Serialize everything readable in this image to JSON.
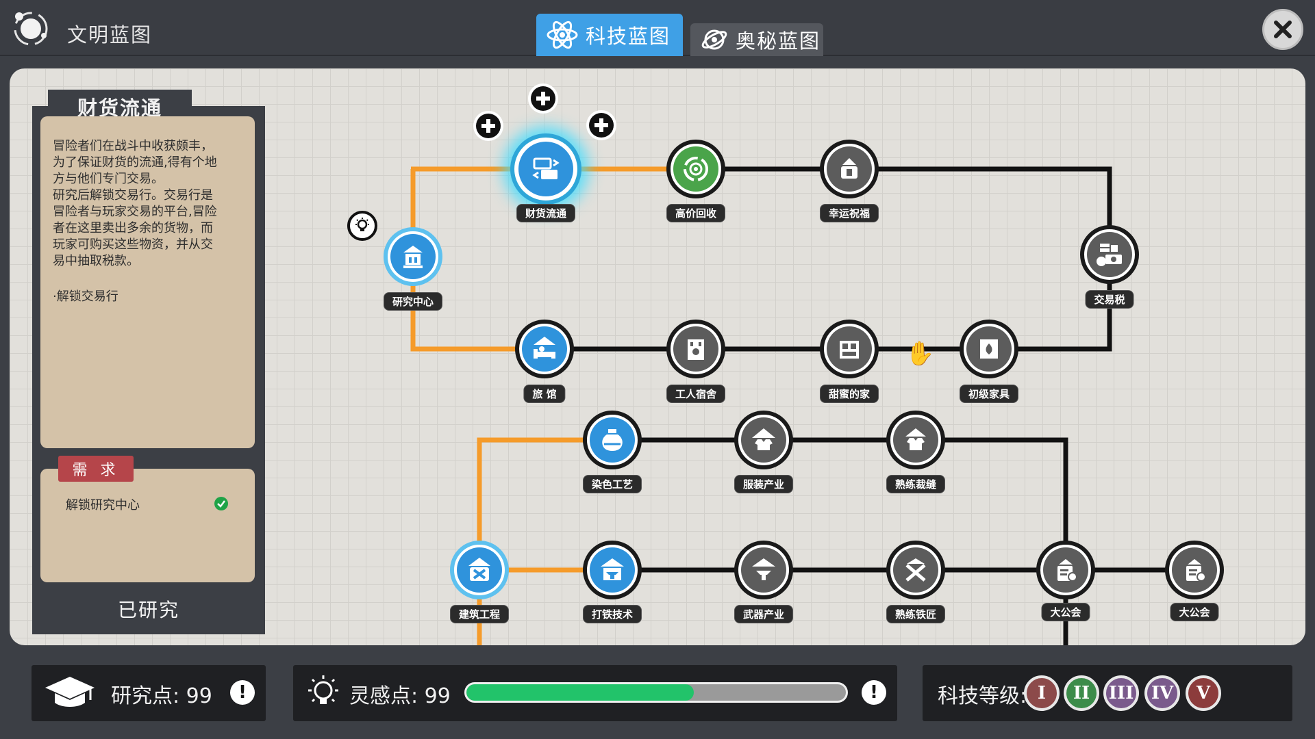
{
  "topbar": {
    "title": "文明蓝图",
    "tab_tech": "科技蓝图",
    "tab_arcane": "奥秘蓝图"
  },
  "info": {
    "title": "财货流通",
    "description": "冒险者们在战斗中收获颇丰，\n为了保证财货的流通,得有个地\n方与他们专门交易。\n研究后解锁交易行。交易行是\n冒险者与玩家交易的平台,冒险\n者在这里卖出多余的货物，而\n玩家可购买这些物资，并从交\n易中抽取税款。",
    "unlock": "·解锁交易行",
    "req_label": "需 求",
    "req_item": "解锁研究中心",
    "status": "已研究"
  },
  "nodes": [
    {
      "id": "yanjiu",
      "label": "研究中心",
      "style": "blue",
      "icon": "building-icon"
    },
    {
      "id": "caihuo",
      "label": "财货流通",
      "style": "glow",
      "icon": "exchange-icon"
    },
    {
      "id": "gaojia",
      "label": "高价回收",
      "style": "green",
      "icon": "recycle-icon"
    },
    {
      "id": "xingyun",
      "label": "幸运祝福",
      "style": "grey",
      "icon": "blessing-icon"
    },
    {
      "id": "jiaoyishui",
      "label": "交易税",
      "style": "grey",
      "icon": "tax-icon"
    },
    {
      "id": "lvguan",
      "label": "旅 馆",
      "style": "blue",
      "icon": "bed-icon"
    },
    {
      "id": "gongren",
      "label": "工人宿舍",
      "style": "grey",
      "icon": "dorm-icon"
    },
    {
      "id": "tianmi",
      "label": "甜蜜的家",
      "style": "grey",
      "icon": "home-icon"
    },
    {
      "id": "chuji",
      "label": "初级家具",
      "style": "grey",
      "icon": "furniture-icon"
    },
    {
      "id": "ranse",
      "label": "染色工艺",
      "style": "blue",
      "icon": "dye-icon"
    },
    {
      "id": "fuzhuang",
      "label": "服装产业",
      "style": "grey",
      "icon": "clothing-icon"
    },
    {
      "id": "shulian-caifeng",
      "label": "熟练裁缝",
      "style": "grey",
      "icon": "tailor-icon"
    },
    {
      "id": "jianzhu",
      "label": "建筑工程",
      "style": "blue",
      "icon": "tools-icon"
    },
    {
      "id": "datie",
      "label": "打铁技术",
      "style": "blue",
      "icon": "anvil-icon"
    },
    {
      "id": "wuqi",
      "label": "武器产业",
      "style": "grey",
      "icon": "weapon-icon"
    },
    {
      "id": "shulian-tiejiang",
      "label": "熟练铁匠",
      "style": "grey",
      "icon": "swords-icon"
    },
    {
      "id": "dagonghui1",
      "label": "大公会",
      "style": "grey",
      "icon": "guild-icon"
    },
    {
      "id": "dagonghui2",
      "label": "大公会",
      "style": "grey",
      "icon": "guild-icon"
    }
  ],
  "bottom": {
    "research_label": "研究点: 99",
    "inspiration_label": "灵感点: 99",
    "inspiration_progress": 0.6,
    "level_label": "科技等级:",
    "levels": [
      {
        "numeral": "I",
        "color": "#8c4a4a"
      },
      {
        "numeral": "II",
        "color": "#3c8c4a"
      },
      {
        "numeral": "III",
        "color": "#7a5a8c"
      },
      {
        "numeral": "IV",
        "color": "#7a5a8c"
      },
      {
        "numeral": "V",
        "color": "#8c3c3c"
      }
    ]
  }
}
